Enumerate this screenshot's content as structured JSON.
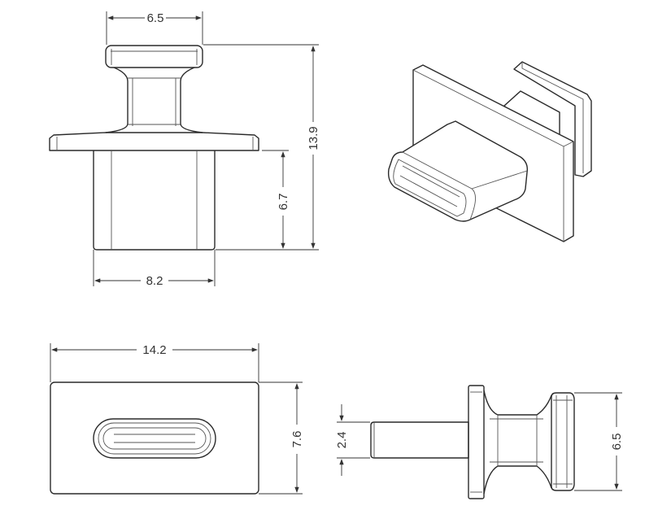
{
  "title": "USB-C dust plug dimension drawing",
  "dimensions": {
    "knob_width": "6.5",
    "total_height": "13.9",
    "body_height": "6.7",
    "body_width": "8.2",
    "flange_width": "14.2",
    "flange_height": "7.6",
    "pin_thickness": "2.4",
    "side_knob_height": "6.5"
  }
}
